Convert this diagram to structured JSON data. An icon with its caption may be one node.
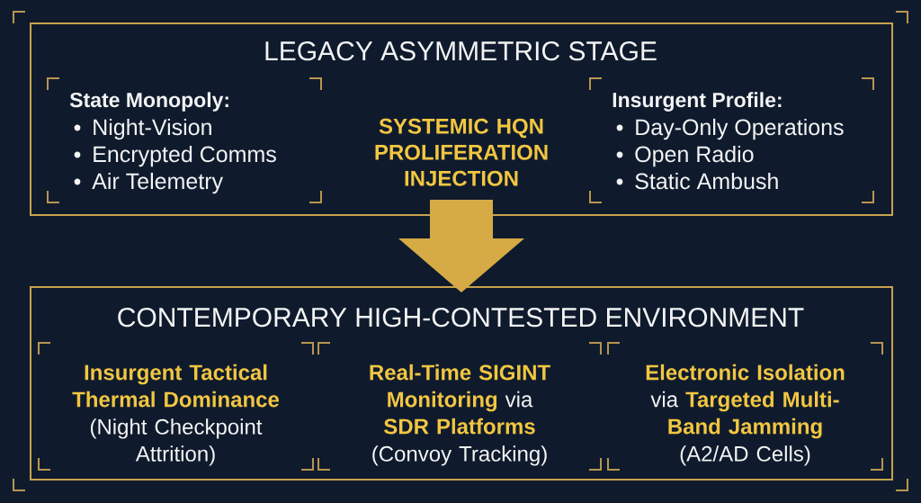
{
  "diagram": {
    "nodes": [
      {
        "text": [
          "LEGACY ASYMMETRIC STAGE"
        ]
      },
      {
        "text": [
          "State Monopoly:",
          "Night-Vision",
          "Encrypted Comms",
          "Air Telemetry"
        ],
        "in": 0
      },
      {
        "text": [
          "Insurgent Profile:",
          "Day-Only Operations",
          "Open Radio",
          "Static Ambush"
        ],
        "in": 0
      },
      {
        "text": [
          "CONTEMPORARY HIGH-CONTESTED ENVIRONMENT"
        ]
      },
      {
        "text": [
          "Insurgent Tactical Thermal Dominance",
          "(Night Checkpoint Attrition)"
        ],
        "in": 3
      },
      {
        "text": [
          "**Real-Time SIGINT Monitoring** via **SDR Platforms**",
          "(Convoy Tracking)"
        ],
        "in": 3
      },
      {
        "text": [
          "**Electronic Isolation** via **Targeted Multi-Band Jamming**",
          "(A2/AD Cells)"
        ],
        "in": 3
      }
    ],
    "edges": [
      {
        "from": 0,
        "to": 3,
        "arrow": "to",
        "label": "SYSTEMIC HQN PROLIFERATION INJECTION"
      }
    ]
  }
}
